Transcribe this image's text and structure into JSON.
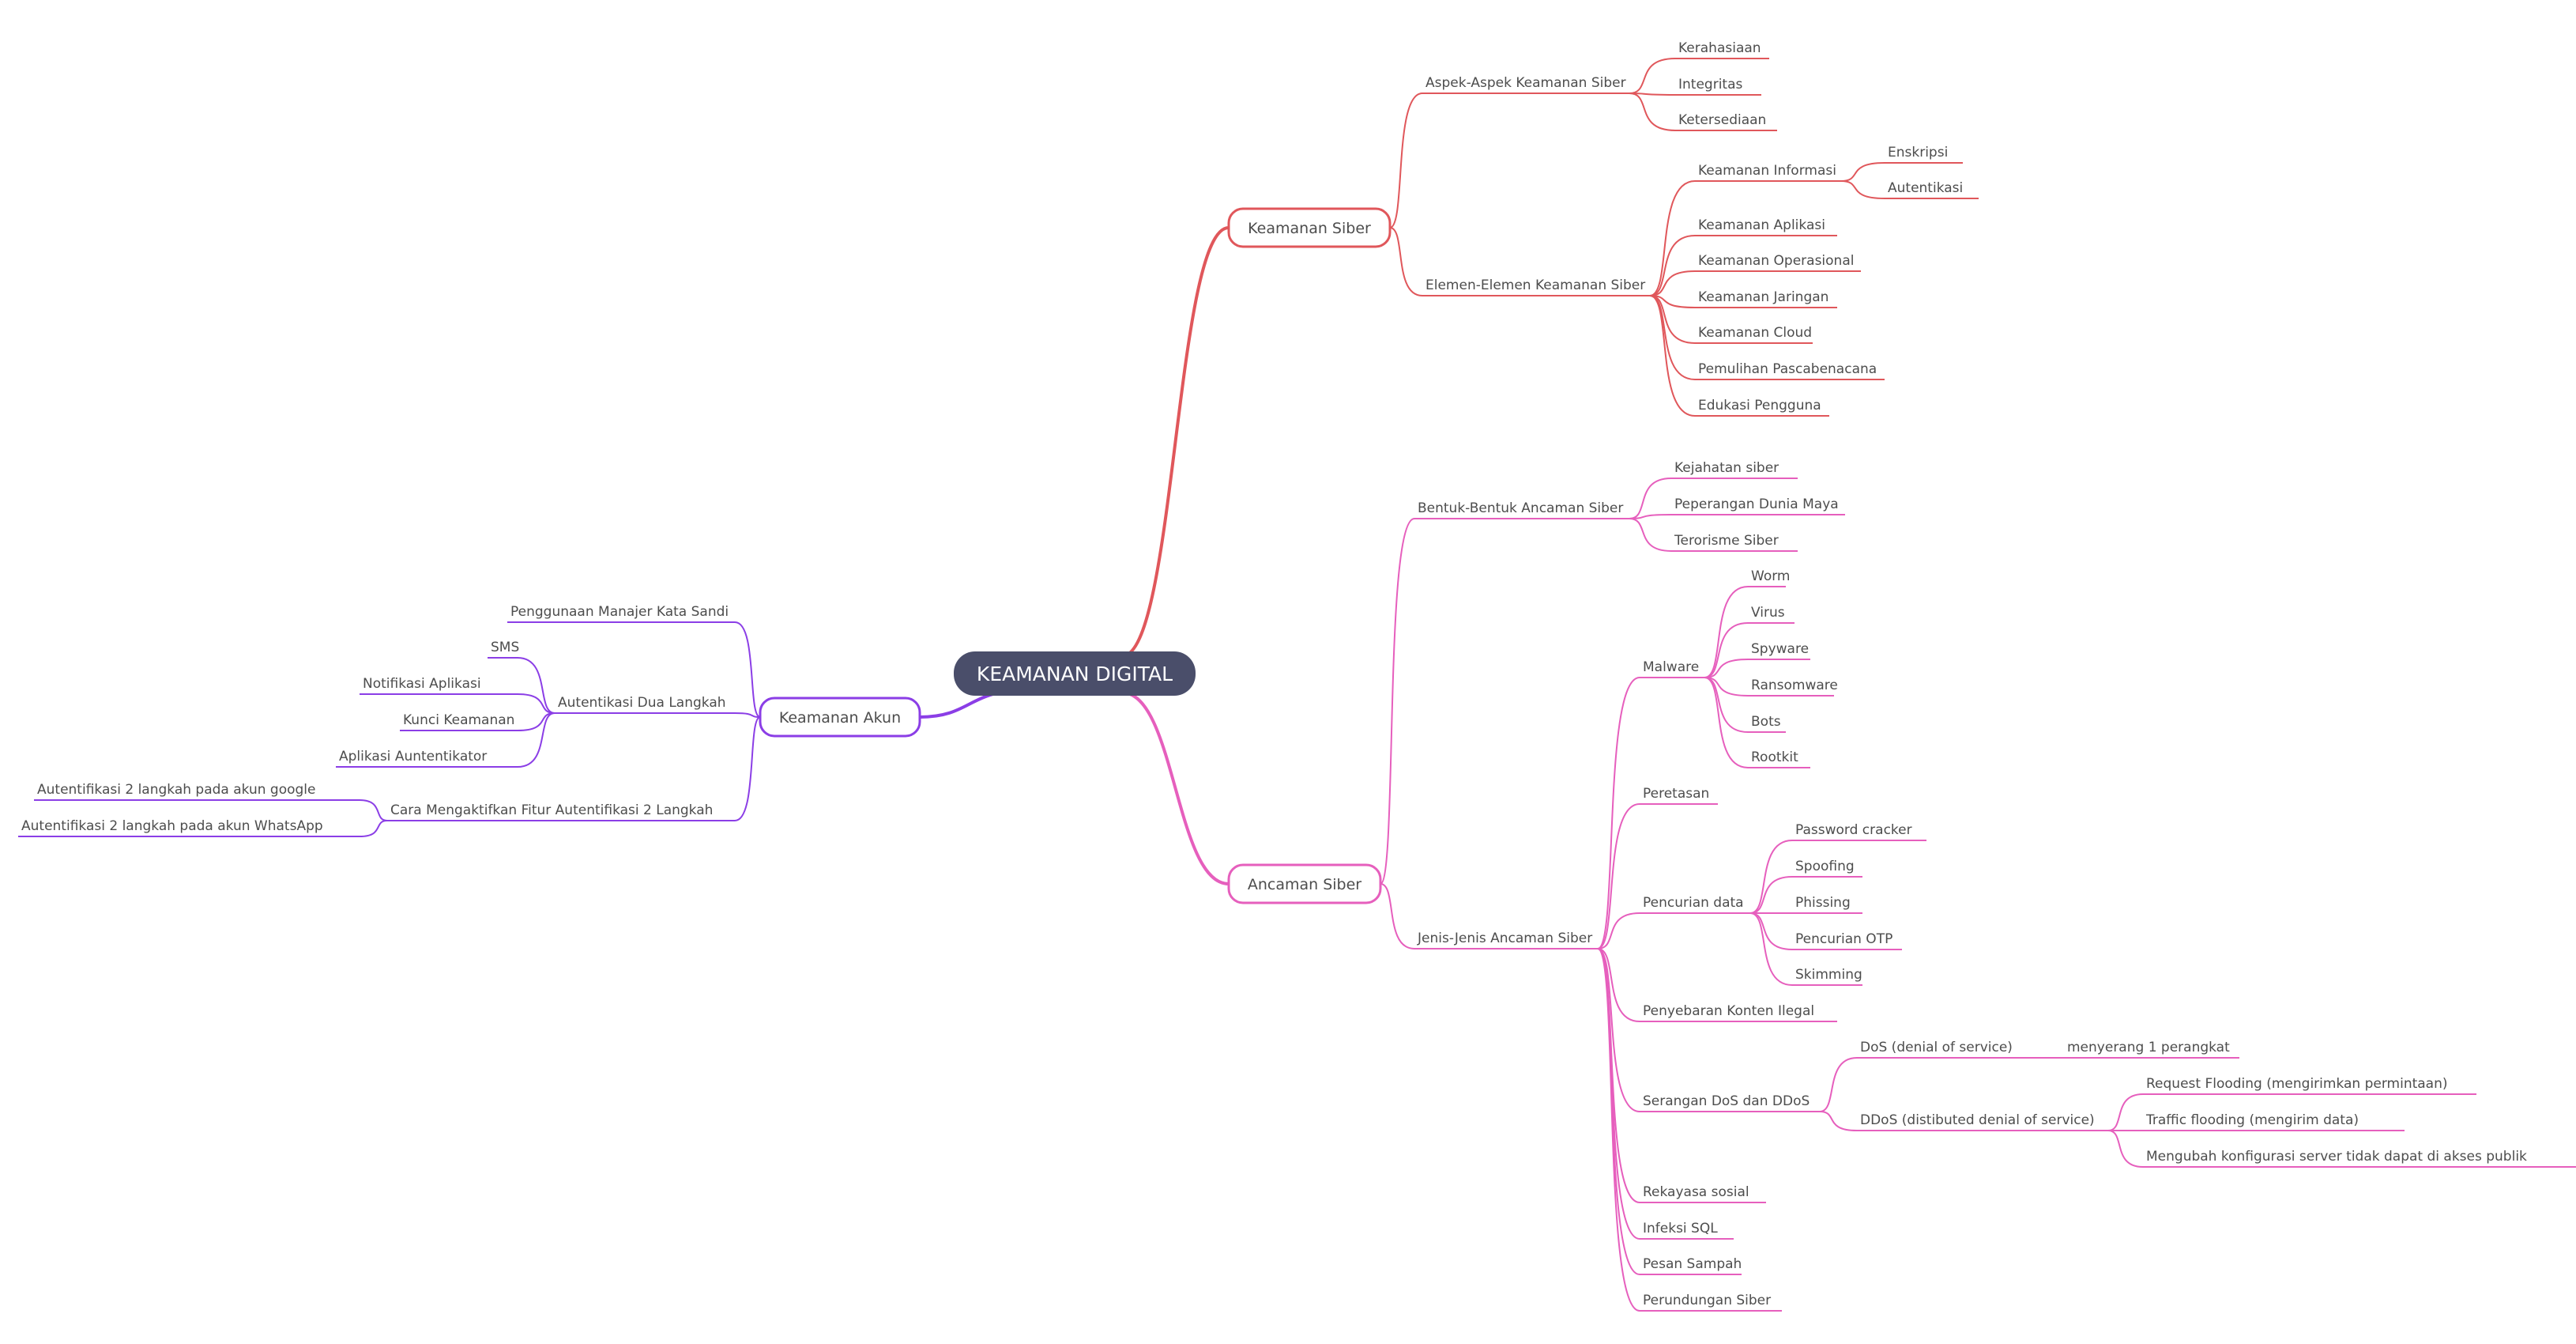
{
  "colors": {
    "background": "#ffffff",
    "root_fill": "#4a4e6a",
    "root_text": "#ffffff",
    "text": "#4d4d4d",
    "keamanan_siber": "#e0575b",
    "ancaman_siber": "#e65fbd",
    "keamanan_akun": "#8b3ee6"
  },
  "root": {
    "label": "KEAMANAN DIGITAL"
  },
  "branches": {
    "keamanan_siber": {
      "label": "Keamanan Siber",
      "aspek": {
        "label": "Aspek-Aspek Keamanan Siber",
        "items": [
          "Kerahasiaan",
          "Integritas",
          "Ketersediaan"
        ]
      },
      "elemen": {
        "label": "Elemen-Elemen Keamanan Siber",
        "informasi": {
          "label": "Keamanan Informasi",
          "items": [
            "Enskripsi",
            "Autentikasi"
          ]
        },
        "items": [
          "Keamanan Aplikasi",
          "Keamanan Operasional",
          "Keamanan Jaringan",
          "Keamanan Cloud",
          "Pemulihan Pascabenacana",
          "Edukasi Pengguna"
        ]
      }
    },
    "ancaman_siber": {
      "label": "Ancaman Siber",
      "bentuk": {
        "label": "Bentuk-Bentuk Ancaman Siber",
        "items": [
          "Kejahatan siber",
          "Peperangan Dunia Maya",
          "Terorisme Siber"
        ]
      },
      "jenis": {
        "label": "Jenis-Jenis Ancaman Siber",
        "malware": {
          "label": "Malware",
          "items": [
            "Worm",
            "Virus",
            "Spyware",
            "Ransomware",
            "Bots",
            "Rootkit"
          ]
        },
        "peretasan": "Peretasan",
        "pencurian": {
          "label": "Pencurian data",
          "items": [
            "Password cracker",
            "Spoofing",
            "Phissing",
            "Pencurian OTP",
            "Skimming"
          ]
        },
        "penyebaran": "Penyebaran Konten Ilegal",
        "serangan": {
          "label": "Serangan DoS dan DDoS",
          "dos": {
            "label": "DoS (denial of service)",
            "detail": "menyerang 1 perangkat"
          },
          "ddos": {
            "label": "DDoS (distibuted denial of service)",
            "items": [
              "Request Flooding (mengirimkan permintaan)",
              "Traffic flooding (mengirim data)",
              "Mengubah konfigurasi server tidak dapat di akses publik"
            ]
          }
        },
        "rekayasa": "Rekayasa sosial",
        "infeksi": "Infeksi SQL",
        "pesan": "Pesan Sampah",
        "perundungan": "Perundungan Siber"
      }
    },
    "keamanan_akun": {
      "label": "Keamanan Akun",
      "manajer": "Penggunaan Manajer Kata Sandi",
      "autentikasi": {
        "label": "Autentikasi Dua Langkah",
        "items": [
          "SMS",
          "Notifikasi Aplikasi",
          "Kunci Keamanan",
          "Aplikasi Auntentikator"
        ]
      },
      "cara": {
        "label": "Cara Mengaktifkan Fitur Autentifikasi 2 Langkah",
        "items": [
          "Autentifikasi 2 langkah pada akun google",
          "Autentifikasi 2 langkah pada akun WhatsApp"
        ]
      }
    }
  }
}
